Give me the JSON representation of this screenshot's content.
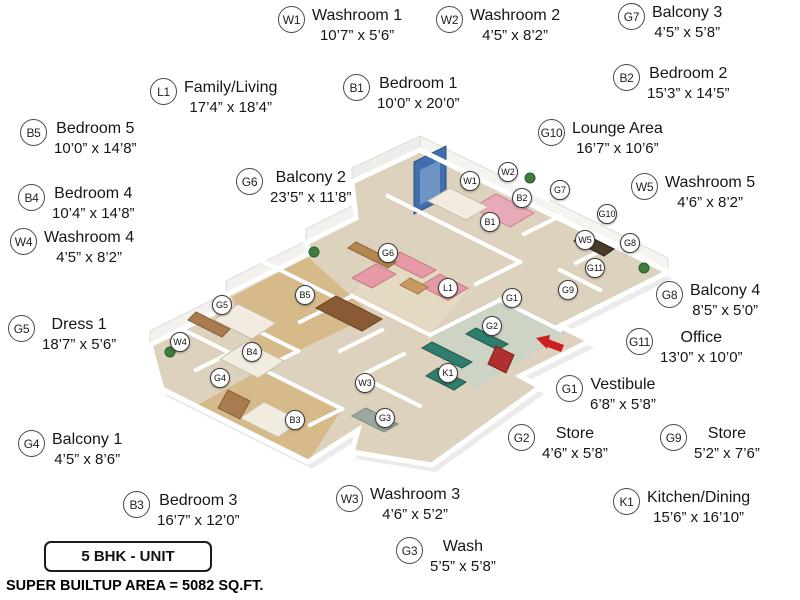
{
  "meta": {
    "unit_label": "5 BHK - UNIT",
    "area_label": "SUPER BUILTUP AREA = 5082 SQ.FT."
  },
  "palette": {
    "floor": "#ddd2bd",
    "wall": "#ffffff",
    "accent_wall": "#3f6fad",
    "sofa_pink": "#e59aa6",
    "kitchen_counter": "#2f7d6d",
    "wood": "#a97c4f",
    "entrance_arrow": "#cc2020"
  },
  "rooms": [
    {
      "code": "W1",
      "name": "Washroom 1",
      "dims": "10’7” x 5’6”"
    },
    {
      "code": "W2",
      "name": "Washroom 2",
      "dims": "4’5” x 8’2”"
    },
    {
      "code": "G7",
      "name": "Balcony 3",
      "dims": "4’5” x 5’8”"
    },
    {
      "code": "L1",
      "name": "Family/Living",
      "dims": "17’4” x 18’4”"
    },
    {
      "code": "B1",
      "name": "Bedroom 1",
      "dims": "10’0” x 20’0”"
    },
    {
      "code": "B2",
      "name": "Bedroom 2",
      "dims": "15’3” x 14’5”"
    },
    {
      "code": "G10",
      "name": "Lounge Area",
      "dims": "16’7” x 10’6”"
    },
    {
      "code": "B5",
      "name": "Bedroom 5",
      "dims": "10’0” x 14’8”"
    },
    {
      "code": "W5",
      "name": "Washroom 5",
      "dims": "4’6” x 8’2”"
    },
    {
      "code": "B4",
      "name": "Bedroom 4",
      "dims": "10’4” x 14’8”"
    },
    {
      "code": "G6",
      "name": "Balcony 2",
      "dims": "23’5” x 11’8”"
    },
    {
      "code": "W4",
      "name": "Washroom 4",
      "dims": "4’5” x 8’2”"
    },
    {
      "code": "G5",
      "name": "Dress 1",
      "dims": "18’7” x 5’6”"
    },
    {
      "code": "G8",
      "name": "Balcony 4",
      "dims": "8’5” x 5’0”"
    },
    {
      "code": "G11",
      "name": "Office",
      "dims": "13’0” x 10’0”"
    },
    {
      "code": "G1",
      "name": "Vestibule",
      "dims": "6’8” x 5’8”"
    },
    {
      "code": "G2",
      "name": "Store",
      "dims": "4’6” x 5’8”"
    },
    {
      "code": "G9",
      "name": "Store",
      "dims": "5’2” x 7’6”"
    },
    {
      "code": "G4",
      "name": "Balcony 1",
      "dims": "4’5” x 8’6”"
    },
    {
      "code": "B3",
      "name": "Bedroom 3",
      "dims": "16’7” x 12’0”"
    },
    {
      "code": "W3",
      "name": "Washroom 3",
      "dims": "4’6” x 5’2”"
    },
    {
      "code": "G3",
      "name": "Wash",
      "dims": "5’5” x 5’8”"
    },
    {
      "code": "K1",
      "name": "Kitchen/Dining",
      "dims": "15’6” x 16’10”"
    }
  ]
}
